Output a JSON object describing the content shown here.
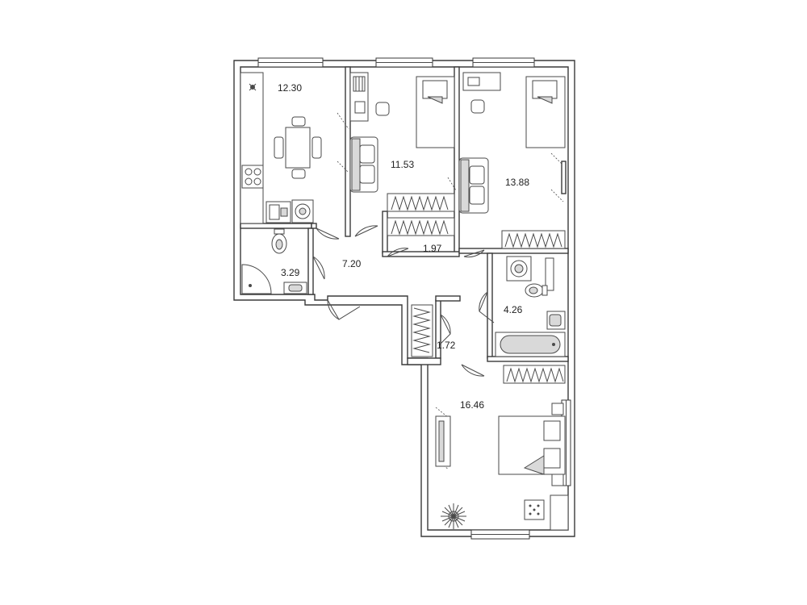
{
  "rooms": [
    {
      "id": "kitchen",
      "area": "12.30"
    },
    {
      "id": "bedroom-1",
      "area": "11.53"
    },
    {
      "id": "bedroom-2",
      "area": "13.88"
    },
    {
      "id": "storage-1",
      "area": "1.97"
    },
    {
      "id": "wc",
      "area": "3.29"
    },
    {
      "id": "hall",
      "area": "7.20"
    },
    {
      "id": "bathroom",
      "area": "4.26"
    },
    {
      "id": "storage-2",
      "area": "1.72"
    },
    {
      "id": "bedroom-3",
      "area": "16.46"
    }
  ],
  "colors": {
    "wall": "#3a3a3a",
    "fixture_fill": "#d9d9d9",
    "background": "#ffffff"
  },
  "icons": [
    "stove-icon",
    "sink-icon",
    "toilet-icon",
    "shower-icon",
    "bathtub-icon",
    "washing-machine-icon",
    "bed-icon",
    "sofa-icon",
    "desk-icon",
    "chair-icon",
    "table-icon",
    "wardrobe-icon",
    "plant-icon",
    "nightstand-icon"
  ]
}
